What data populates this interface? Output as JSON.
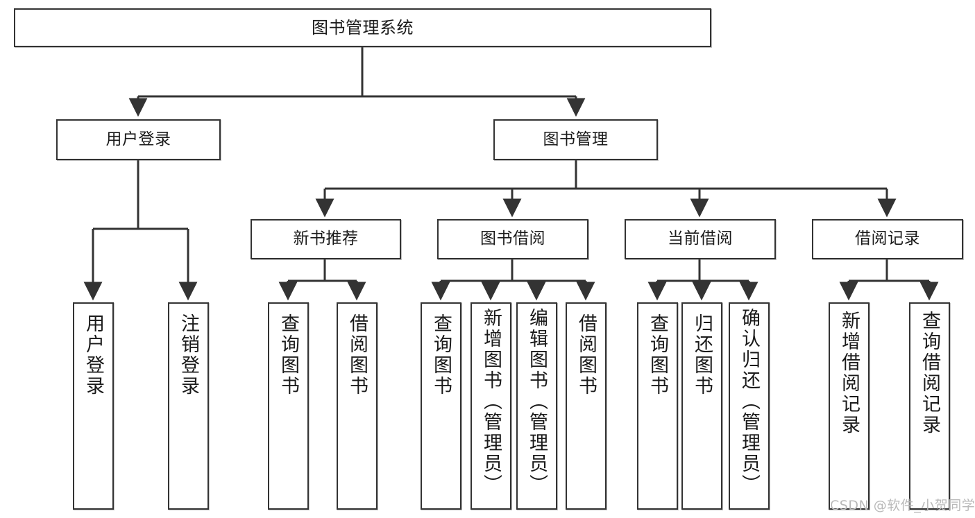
{
  "diagram": {
    "type": "tree-hierarchy",
    "title": "图书管理系统",
    "orientation": "top-down",
    "colors": {
      "box_border": "#333333",
      "box_fill": "#ffffff",
      "edge": "#333333",
      "text": "#1a1a1a",
      "watermark": "#b9b9b9",
      "background": "#ffffff"
    },
    "nodes": {
      "root": {
        "label": "图书管理系统",
        "level": 0
      },
      "user_login": {
        "label": "用户登录",
        "level": 1
      },
      "book_manage": {
        "label": "图书管理",
        "level": 1
      },
      "new_book_rec": {
        "label": "新书推荐",
        "level": 2
      },
      "book_borrow": {
        "label": "图书借阅",
        "level": 2
      },
      "current_borrow": {
        "label": "当前借阅",
        "level": 2
      },
      "borrow_record": {
        "label": "借阅记录",
        "level": 2
      },
      "leaf_user_login": {
        "label": "用户登录",
        "level": 2
      },
      "leaf_logout": {
        "label": "注销登录",
        "level": 2
      },
      "leaf_query_book_1": {
        "label": "查询图书",
        "level": 3
      },
      "leaf_borrow_book_1": {
        "label": "借阅图书",
        "level": 3
      },
      "leaf_query_book_2": {
        "label": "查询图书",
        "level": 3
      },
      "leaf_add_book": {
        "label": "新增图书（管理员）",
        "level": 3
      },
      "leaf_edit_book": {
        "label": "编辑图书（管理员）",
        "level": 3
      },
      "leaf_borrow_book_2": {
        "label": "借阅图书",
        "level": 3
      },
      "leaf_query_book_3": {
        "label": "查询图书",
        "level": 3
      },
      "leaf_return_book": {
        "label": "归还图书",
        "level": 3
      },
      "leaf_confirm_return": {
        "label": "确认归还（管理员）",
        "level": 3
      },
      "leaf_add_record": {
        "label": "新增借阅记录",
        "level": 3
      },
      "leaf_query_record": {
        "label": "查询借阅记录",
        "level": 3
      }
    },
    "edges": [
      {
        "from": "root",
        "to": "user_login"
      },
      {
        "from": "root",
        "to": "book_manage"
      },
      {
        "from": "user_login",
        "to": "leaf_user_login"
      },
      {
        "from": "user_login",
        "to": "leaf_logout"
      },
      {
        "from": "book_manage",
        "to": "new_book_rec"
      },
      {
        "from": "book_manage",
        "to": "book_borrow"
      },
      {
        "from": "book_manage",
        "to": "current_borrow"
      },
      {
        "from": "book_manage",
        "to": "borrow_record"
      },
      {
        "from": "new_book_rec",
        "to": "leaf_query_book_1"
      },
      {
        "from": "new_book_rec",
        "to": "leaf_borrow_book_1"
      },
      {
        "from": "book_borrow",
        "to": "leaf_query_book_2"
      },
      {
        "from": "book_borrow",
        "to": "leaf_add_book"
      },
      {
        "from": "book_borrow",
        "to": "leaf_edit_book"
      },
      {
        "from": "book_borrow",
        "to": "leaf_borrow_book_2"
      },
      {
        "from": "current_borrow",
        "to": "leaf_query_book_3"
      },
      {
        "from": "current_borrow",
        "to": "leaf_return_book"
      },
      {
        "from": "current_borrow",
        "to": "leaf_confirm_return"
      },
      {
        "from": "borrow_record",
        "to": "leaf_add_record"
      },
      {
        "from": "borrow_record",
        "to": "leaf_query_record"
      }
    ]
  },
  "watermark": {
    "text": "CSDN @软件_小贺同学"
  }
}
